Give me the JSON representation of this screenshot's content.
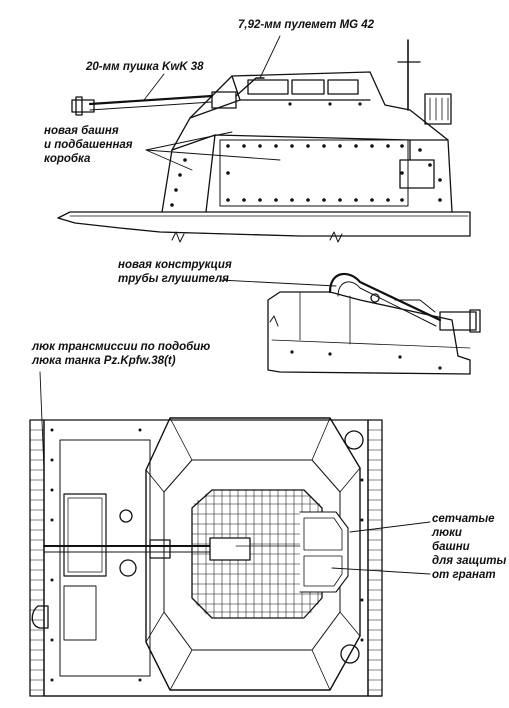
{
  "labels": {
    "gun": "20-мм пушка KwK 38",
    "mg": "7,92-мм пулемет MG 42",
    "turret_line1": "новая башня",
    "turret_line2": "и подбашенная",
    "turret_line3": "коробка",
    "muffler_line1": "новая конструкция",
    "muffler_line2": "трубы глушителя",
    "hatch_line1": "люк трансмиссии по подобию",
    "hatch_line2": "люка танка Pz.Kpfw.38(t)",
    "mesh_line1": "сетчатые",
    "mesh_line2": "люки",
    "mesh_line3": "башни",
    "mesh_line4": "для защиты",
    "mesh_line5": "от гранат"
  }
}
